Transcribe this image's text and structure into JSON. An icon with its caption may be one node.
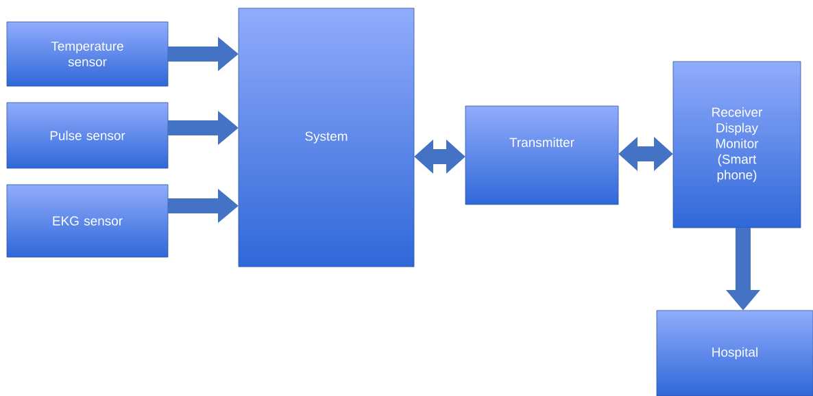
{
  "diagram": {
    "nodes": [
      {
        "text": [
          "Temperature sensor"
        ]
      },
      {
        "text": [
          "Pulse sensor"
        ]
      },
      {
        "text": [
          "EKG sensor"
        ]
      },
      {
        "text": [
          "System"
        ]
      },
      {
        "text": [
          "Transmitter"
        ]
      },
      {
        "text": [
          "Receiver Display Monitor (Smart phone)"
        ]
      },
      {
        "text": [
          "Hospital"
        ]
      }
    ],
    "edges": [
      {
        "from": 0,
        "to": 3,
        "arrow": "to"
      },
      {
        "from": 1,
        "to": 3,
        "arrow": "to"
      },
      {
        "from": 2,
        "to": 3,
        "arrow": "to"
      },
      {
        "from": 3,
        "to": 4,
        "arrow": "both"
      },
      {
        "from": 4,
        "to": 5,
        "arrow": "both"
      },
      {
        "from": 5,
        "to": 6,
        "arrow": "to"
      }
    ]
  }
}
